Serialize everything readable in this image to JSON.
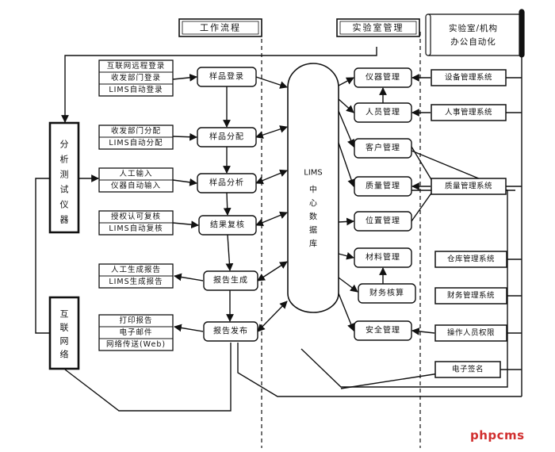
{
  "watermark": "phpcms",
  "headers": {
    "workflow": "工作流程",
    "lab_management": "实验室管理",
    "office_automation": "实验室/机构\n办公自动化"
  },
  "left_panels": {
    "analysis_instrument": "分析测试仪器",
    "internet": "互联网络"
  },
  "database": {
    "label": "LIMS",
    "sublabel": "中心数据库"
  },
  "inputs": {
    "login": [
      "互联网远程登录",
      "收发部门登录",
      "LIMS自动登录"
    ],
    "assign": [
      "收发部门分配",
      "LIMS自动分配"
    ],
    "analysis": [
      "人工输入",
      "仪器自动输入"
    ],
    "review": [
      "授权认可复核",
      "LIMS自动复核"
    ],
    "report_gen": [
      "人工生成报告",
      "LIMS生成报告"
    ],
    "release": [
      "打印报告",
      "电子邮件",
      "网络传送(Web)"
    ]
  },
  "workflow_steps": [
    "样品登录",
    "样品分配",
    "样品分析",
    "结果复核",
    "报告生成",
    "报告发布"
  ],
  "lab_modules": [
    "仪器管理",
    "人员管理",
    "客户管理",
    "质量管理",
    "位置管理",
    "材料管理",
    "财务核算",
    "安全管理"
  ],
  "systems": [
    "设备管理系统",
    "人事管理系统",
    "质量管理系统",
    "仓库管理系统",
    "财务管理系统",
    "操作人员权限",
    "电子签名"
  ]
}
